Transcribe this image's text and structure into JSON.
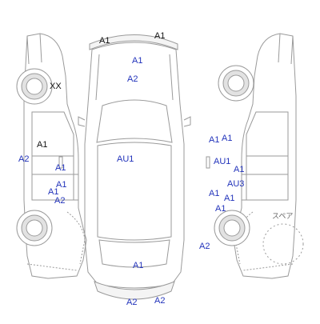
{
  "colors": {
    "outline": "#9a9a9a",
    "label_black": "#111111",
    "label_blue": "#2233bb"
  },
  "spare": {
    "label": "スペア"
  },
  "labels": {
    "f1": "A1",
    "f2": "A1",
    "f3": "A1",
    "f4": "A2",
    "f5": "AU1",
    "f6": "A1",
    "f7": "A2",
    "f8": "A2",
    "lw": "XX",
    "l1": "A1",
    "l2": "A2",
    "l3": "A1",
    "l4": "A1",
    "l5": "A1",
    "l6": "A2",
    "r1": "A1",
    "r2": "A1",
    "r3": "AU1",
    "r4": "A1",
    "r5": "AU3",
    "r6": "A1",
    "r7": "A1",
    "r8": "A1",
    "r9": "A2"
  }
}
